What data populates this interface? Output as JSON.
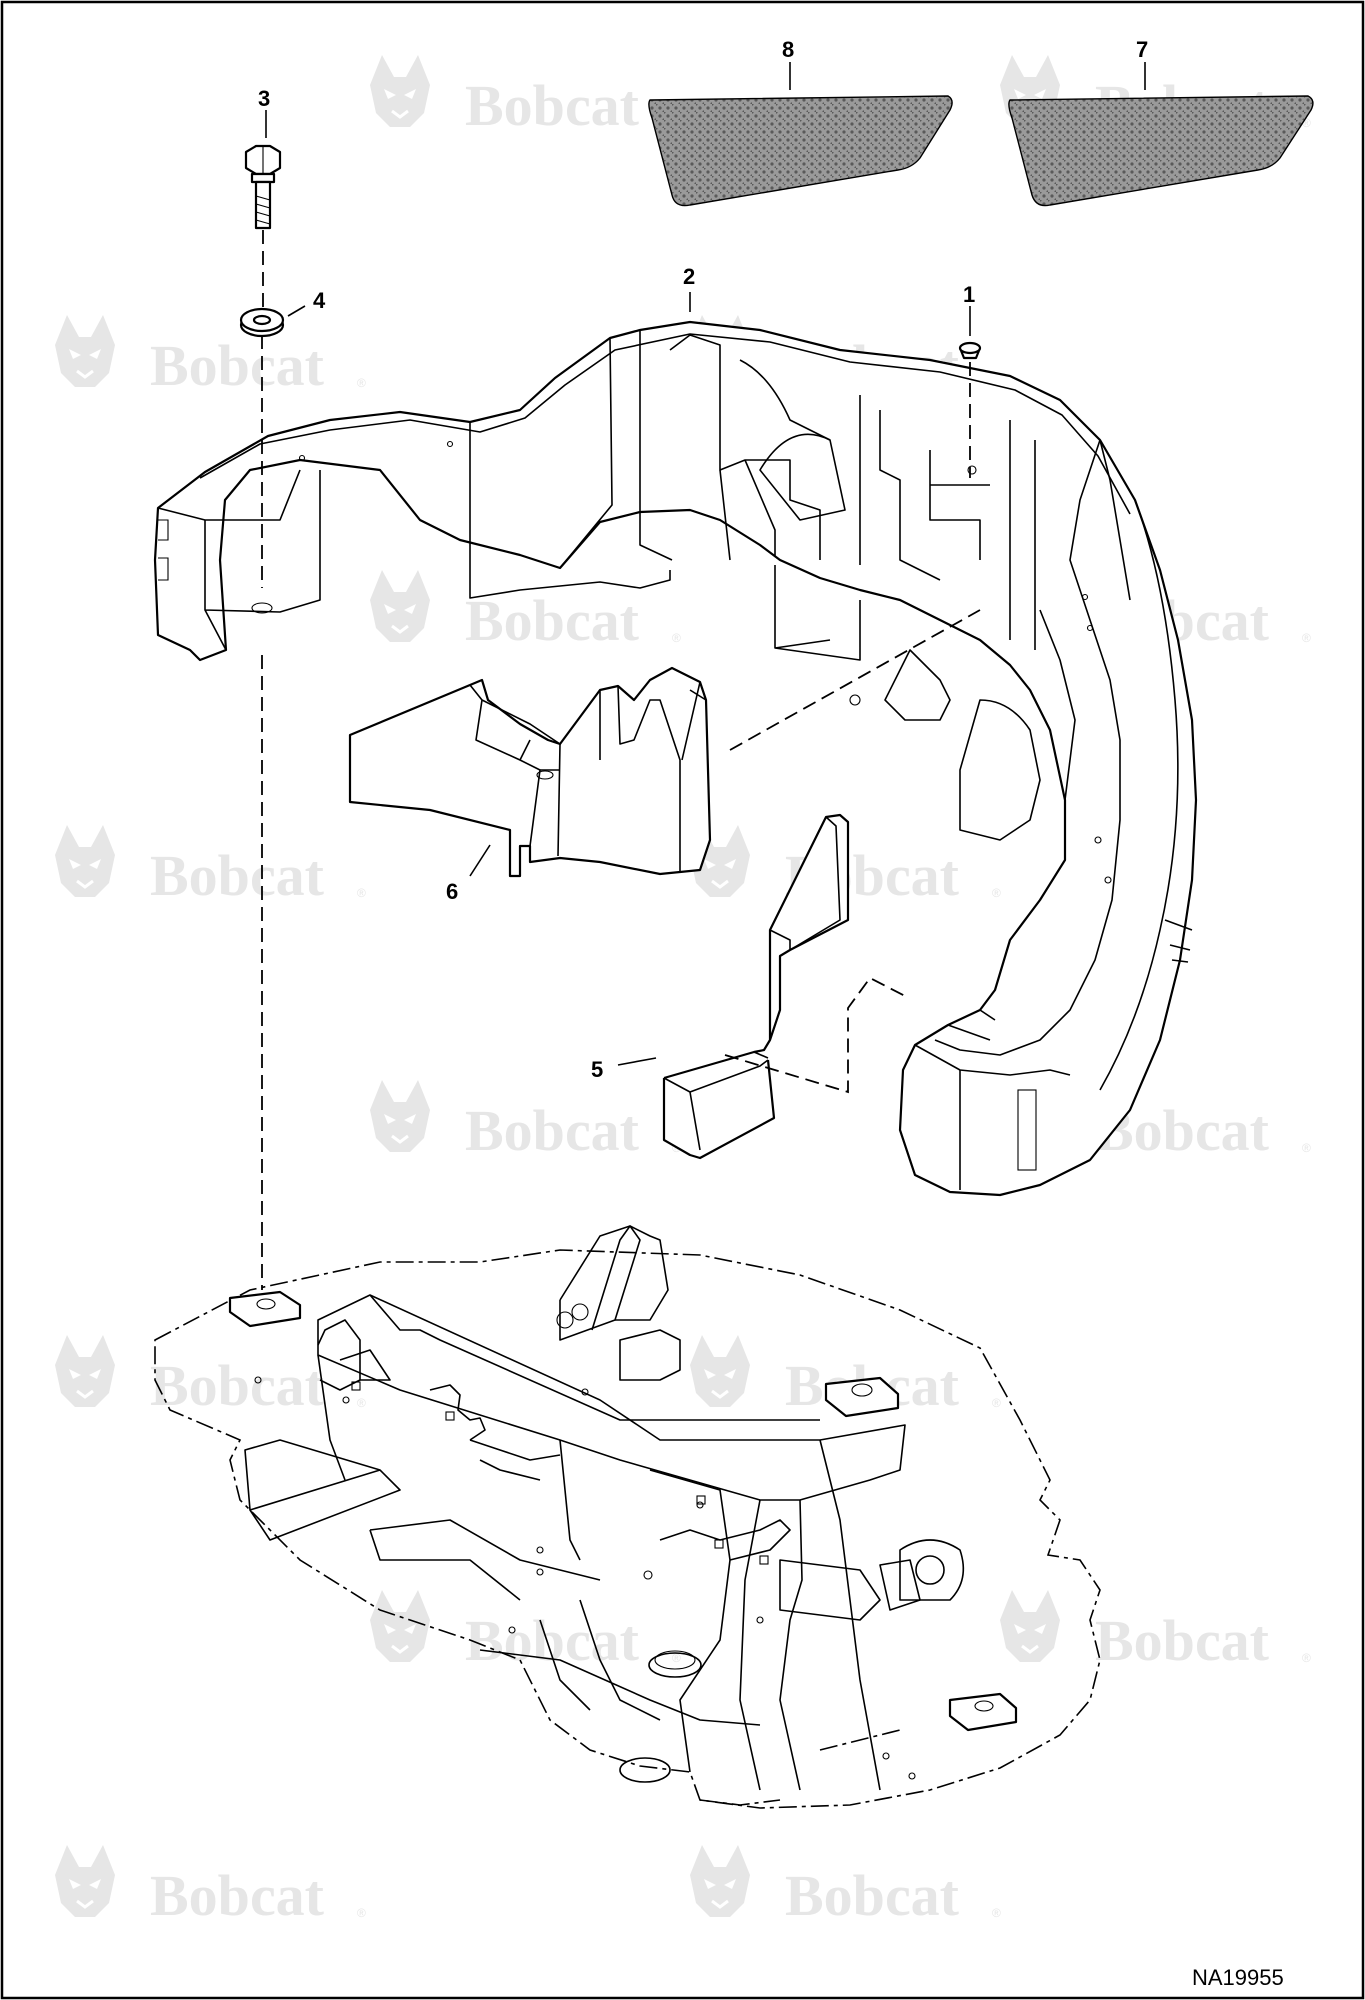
{
  "watermark": {
    "brand": "Bobcat",
    "registered_mark": "®"
  },
  "callouts": {
    "c1": "1",
    "c2": "2",
    "c3": "3",
    "c4": "4",
    "c5": "5",
    "c6": "6",
    "c7": "7",
    "c8": "8"
  },
  "document_id": "NA19955",
  "colors": {
    "line": "#000000",
    "watermark": "#e6e6e6",
    "decal_fill": "#8c8c8c"
  }
}
